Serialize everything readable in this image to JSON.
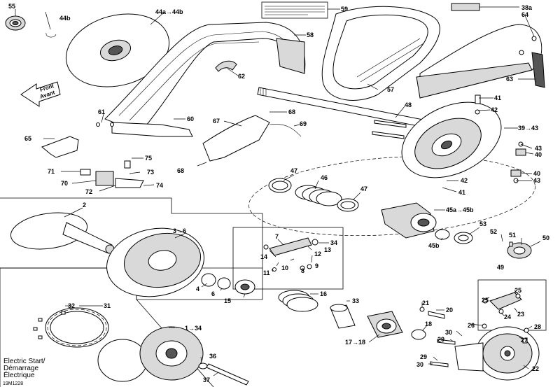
{
  "drawing_code": "19M1228",
  "electric_start_box": {
    "line1": "Electric Start/",
    "line2": "Démarrage",
    "line3": "Électrique"
  },
  "front_arrow": {
    "line1": "Front",
    "line2": "Avant"
  },
  "callouts": {
    "c55": "55",
    "c44b": "44b",
    "c44a": "44a→44b",
    "c59": "59",
    "c38a": "38a",
    "c64": "64",
    "c58": "58",
    "c62": "62",
    "c57": "57",
    "c63": "63",
    "c41a": "41",
    "c42a": "42",
    "c48": "48",
    "c61": "61",
    "c60": "60",
    "c67": "67",
    "c68a": "68",
    "c69": "69",
    "c39": "39→43",
    "c65": "65",
    "c43a": "43",
    "c40a": "40",
    "c75": "75",
    "c68b": "68",
    "c71": "71",
    "c73": "73",
    "c70": "70",
    "c74": "74",
    "c72": "72",
    "c47a": "47",
    "c46": "46",
    "c47b": "47",
    "c42b": "42",
    "c40b": "40",
    "c43b": "43",
    "c41b": "41",
    "c2": "2",
    "c45": "45a→45b",
    "c53": "53",
    "c52": "52",
    "c51": "51",
    "c50": "50",
    "c36": "3→6",
    "c7": "7",
    "c34a": "34",
    "c13": "13",
    "c12": "12",
    "c45b": "45b",
    "c49": "49",
    "c14": "14",
    "c10": "10",
    "c8": "8",
    "c9": "9",
    "c11": "11",
    "c4": "4",
    "c6": "6",
    "c15": "15",
    "c16": "16",
    "c33": "33",
    "c32": "32",
    "c31": "31",
    "c21": "21",
    "c20": "20",
    "c25a": "25",
    "c25b": "25",
    "c23": "23",
    "c24": "24",
    "c1_34": "1→34",
    "c18": "18",
    "c17": "17→18",
    "c26": "26",
    "c28": "28",
    "c30a": "30",
    "c29a": "29",
    "c27": "27",
    "c36b": "36",
    "c29b": "29",
    "c30b": "30",
    "c22": "22",
    "c37": "37"
  },
  "colors": {
    "line": "#000000",
    "background": "#ffffff",
    "shade": "#d9d9d9"
  }
}
